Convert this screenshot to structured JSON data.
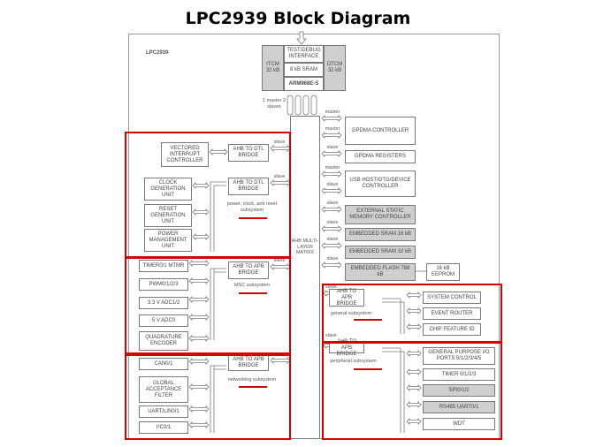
{
  "title": "LPC2939 Block Diagram",
  "chip_label": "LPC2939",
  "cpu": {
    "test_debug": "TEST/DEBUG INTERFACE",
    "itcm": "ITCM 32 kB",
    "dtcm": "DTCM 32 kB",
    "sram": "8 kB SRAM",
    "core": "ARM968E-S",
    "bus_note": "1 master 2 slaves"
  },
  "matrix_label": "AHB MULTI-LAYER MATRIX",
  "port_labels": {
    "master": "master",
    "slave": "slave"
  },
  "right_blocks": [
    {
      "label": "GPDMA CONTROLLER",
      "shaded": false
    },
    {
      "label": "GPDMA REGISTERS",
      "shaded": false
    },
    {
      "label": "USB HOST/OTG/DEVICE CONTROLLER",
      "shaded": false
    },
    {
      "label": "EXTERNAL STATIC MEMORY CONTROLLER",
      "shaded": true
    },
    {
      "label": "EMBEDDED SRAM 16 kB",
      "shaded": true
    },
    {
      "label": "EMBEDDED SRAM 32 kB",
      "shaded": true
    },
    {
      "label": "EMBEDDED FLASH 768 kB",
      "shaded": true
    },
    {
      "label": "16 kB EEPROM",
      "shaded": false
    }
  ],
  "subsystems": {
    "power": {
      "label": "power, clock, and reset subsystem",
      "vic": "VECTORED INTERRUPT CONTROLLER",
      "bridge1": "AHB TO DTL BRIDGE",
      "bridge2": "AHB TO DTL BRIDGE",
      "blocks": [
        "CLOCK GENERATION UNIT",
        "RESET GENERATION UNIT",
        "POWER MANAGEMENT UNIT"
      ]
    },
    "msc": {
      "label": "MSC subsystem",
      "bridge": "AHB TO APB BRIDGE",
      "blocks": [
        "TIMER0/1 MTMR",
        "PWM0/1/2/3",
        "3.3 V ADC1/2",
        "5 V ADC0",
        "QUADRATURE ENCODER"
      ]
    },
    "networking": {
      "label": "networking subsystem",
      "bridge": "AHB TO APB BRIDGE",
      "blocks": [
        "CAN0/1",
        "GLOBAL ACCEPTANCE FILTER",
        "UART/LIN0/1",
        "I²C0/1"
      ]
    },
    "general": {
      "label": "general subsystem",
      "bridge": "AHB TO APB BRIDGE",
      "blocks": [
        "SYSTEM CONTROL",
        "EVENT ROUTER",
        "CHIP FEATURE ID"
      ]
    },
    "peripheral": {
      "label": "peripheral subsystem",
      "bridge": "AHB TO APB BRIDGE",
      "blocks": [
        {
          "label": "GENERAL PURPOSE I/O PORTS 0/1/2/3/4/5",
          "shaded": false
        },
        {
          "label": "TIMER 0/1/2/3",
          "shaded": false
        },
        {
          "label": "SPI0/1/2",
          "shaded": true
        },
        {
          "label": "RS485 UART0/1",
          "shaded": true
        },
        {
          "label": "WDT",
          "shaded": false
        }
      ]
    }
  }
}
